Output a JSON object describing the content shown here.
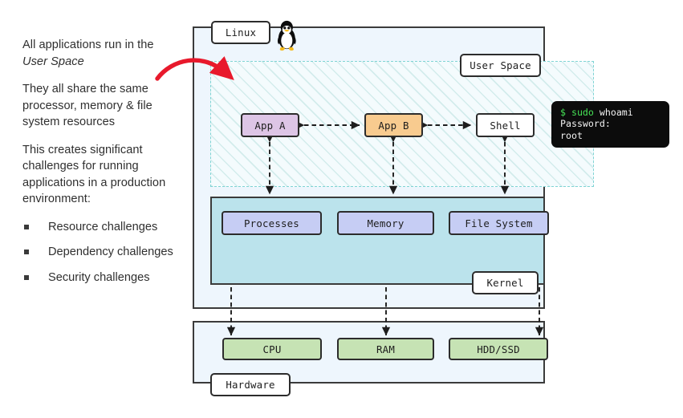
{
  "left_panel": {
    "paragraphs": [
      "All applications run in the ",
      "They all share the same processor, memory & file system resources",
      "This creates significant challenges for running applications in a production environment:"
    ],
    "emphasis": "User Space",
    "bullets": [
      "Resource challenges",
      "Dependency challenges",
      "Security challenges"
    ]
  },
  "diagram": {
    "labels": {
      "linux": "Linux",
      "user_space": "User Space",
      "kernel": "Kernel",
      "hardware": "Hardware"
    },
    "user_space_nodes": [
      {
        "id": "app-a",
        "label": "App A",
        "color": "#ddc5e6"
      },
      {
        "id": "app-b",
        "label": "App B",
        "color": "#f8cb8f"
      },
      {
        "id": "shell",
        "label": "Shell",
        "color": "#ffffff"
      }
    ],
    "kernel_nodes": [
      {
        "id": "processes",
        "label": "Processes",
        "color": "#c6cdf4"
      },
      {
        "id": "memory",
        "label": "Memory",
        "color": "#c6cdf4"
      },
      {
        "id": "file-system",
        "label": "File System",
        "color": "#c6cdf4"
      }
    ],
    "hardware_nodes": [
      {
        "id": "cpu",
        "label": "CPU",
        "color": "#c6e3b4"
      },
      {
        "id": "ram",
        "label": "RAM",
        "color": "#c6e3b4"
      },
      {
        "id": "hdd-ssd",
        "label": "HDD/SSD",
        "color": "#c6e3b4"
      }
    ],
    "terminal": {
      "prompt": "$",
      "command_keyword": "sudo",
      "command_arg": "whoami",
      "line2": "Password:",
      "line3": "root",
      "background": "#0c0c0c",
      "accent": "#46e356"
    },
    "colors": {
      "linux_background": "#eef6fd",
      "kernel_background": "#bbe3ec",
      "user_space_hatch": "#d3ecec",
      "user_space_border": "#7fd4d4",
      "annotation_arrow": "#e8192c",
      "outline": "#3b3b3b"
    },
    "icons": {
      "penguin": "tux-penguin-icon",
      "annotation": "red-curved-arrow-icon"
    }
  }
}
